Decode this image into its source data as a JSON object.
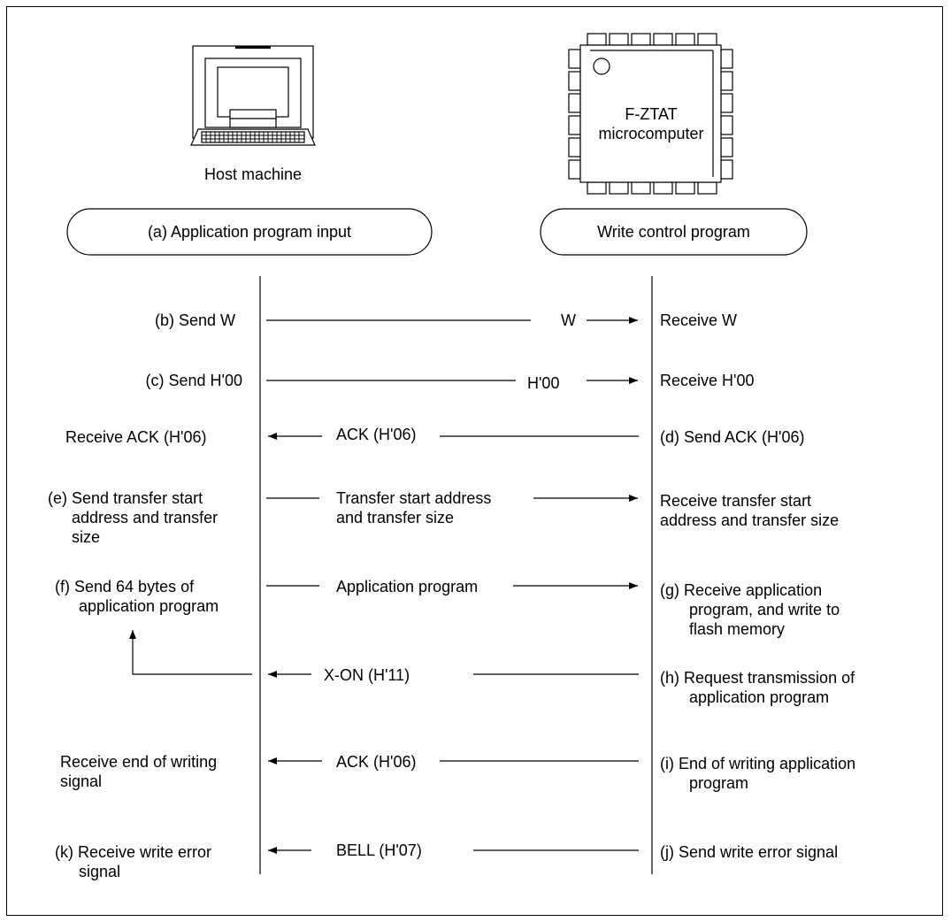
{
  "host": {
    "label": "Host machine",
    "program": "(a) Application program input"
  },
  "device": {
    "label_line1": "F-ZTAT",
    "label_line2": "microcomputer",
    "program": "Write control program"
  },
  "steps": {
    "b": {
      "host": "(b) Send W",
      "signal": "W",
      "device": "Receive W"
    },
    "c": {
      "host": "(c) Send H'00",
      "signal": "H'00",
      "device": "Receive H'00"
    },
    "d": {
      "host": "Receive ACK (H'06)",
      "signal": "ACK (H'06)",
      "device": "(d) Send ACK (H'06)"
    },
    "e": {
      "host_l1": "(e) Send transfer start",
      "host_l2": "address and transfer",
      "host_l3": "size",
      "signal_l1": "Transfer start address",
      "signal_l2": "and transfer size",
      "device_l1": "Receive transfer start",
      "device_l2": "address and transfer size"
    },
    "f": {
      "host_l1": "(f)  Send 64 bytes of",
      "host_l2": "application program",
      "signal": "Application program",
      "device_l1": "(g)  Receive application",
      "device_l2": "program, and write to",
      "device_l3": "flash memory"
    },
    "h": {
      "signal": "X-ON (H'11)",
      "device_l1": "(h)  Request transmission of",
      "device_l2": "application program"
    },
    "i": {
      "host_l1": "Receive end of writing",
      "host_l2": "signal",
      "signal": "ACK (H'06)",
      "device_l1": "(i)  End of writing application",
      "device_l2": "program"
    },
    "j": {
      "host_l1": "(k) Receive write error",
      "host_l2": "signal",
      "signal": "BELL (H'07)",
      "device": "(j)  Send write error signal"
    }
  }
}
